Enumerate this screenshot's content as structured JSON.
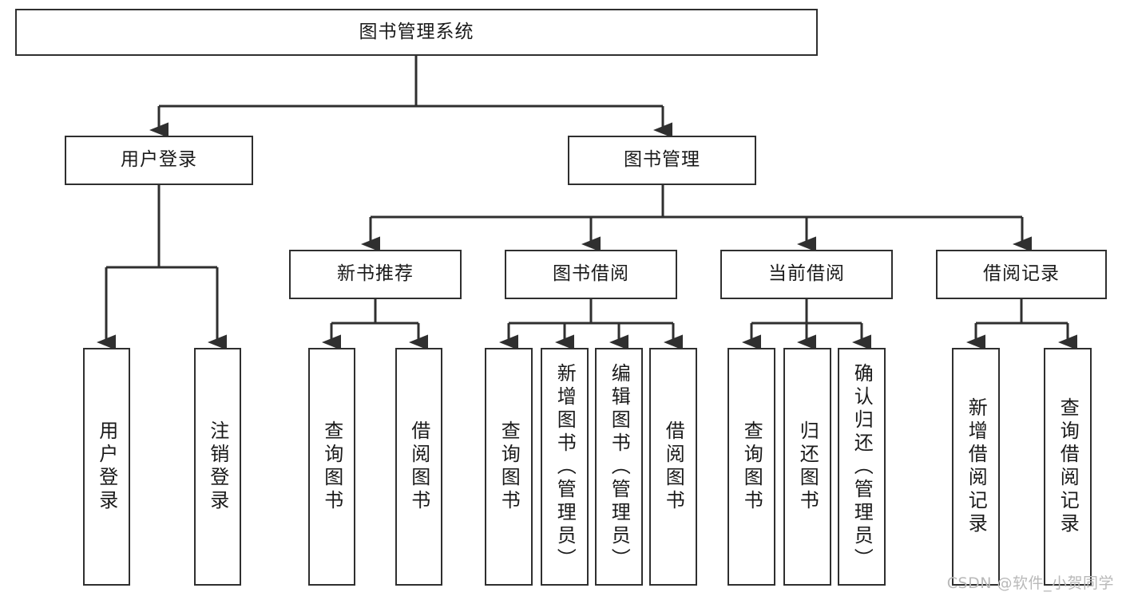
{
  "diagram": {
    "title": "图书管理系统",
    "type": "tree",
    "levels": [
      {
        "level": 1,
        "nodes": [
          {
            "id": "root",
            "label": "图书管理系统",
            "orientation": "horizontal"
          }
        ]
      },
      {
        "level": 2,
        "nodes": [
          {
            "id": "user-login",
            "label": "用户登录",
            "orientation": "horizontal",
            "parent": "root"
          },
          {
            "id": "book-manage",
            "label": "图书管理",
            "orientation": "horizontal",
            "parent": "root"
          }
        ]
      },
      {
        "level": 3,
        "nodes": [
          {
            "id": "new-book-rec",
            "label": "新书推荐",
            "orientation": "horizontal",
            "parent": "book-manage"
          },
          {
            "id": "book-borrow",
            "label": "图书借阅",
            "orientation": "horizontal",
            "parent": "book-manage"
          },
          {
            "id": "current-borrow",
            "label": "当前借阅",
            "orientation": "horizontal",
            "parent": "book-manage"
          },
          {
            "id": "borrow-record",
            "label": "借阅记录",
            "orientation": "horizontal",
            "parent": "book-manage"
          }
        ]
      },
      {
        "level": 4,
        "nodes": [
          {
            "id": "leaf-1",
            "label": "用户登录",
            "orientation": "vertical",
            "parent": "user-login"
          },
          {
            "id": "leaf-2",
            "label": "注销登录",
            "orientation": "vertical",
            "parent": "user-login"
          },
          {
            "id": "leaf-3",
            "label": "查询图书",
            "orientation": "vertical",
            "parent": "new-book-rec"
          },
          {
            "id": "leaf-4",
            "label": "借阅图书",
            "orientation": "vertical",
            "parent": "new-book-rec"
          },
          {
            "id": "leaf-5",
            "label": "查询图书",
            "orientation": "vertical",
            "parent": "book-borrow"
          },
          {
            "id": "leaf-6",
            "label": "新增图书（管理员）",
            "orientation": "vertical",
            "parent": "book-borrow"
          },
          {
            "id": "leaf-7",
            "label": "编辑图书（管理员）",
            "orientation": "vertical",
            "parent": "book-borrow"
          },
          {
            "id": "leaf-8",
            "label": "借阅图书",
            "orientation": "vertical",
            "parent": "book-borrow"
          },
          {
            "id": "leaf-9",
            "label": "查询图书",
            "orientation": "vertical",
            "parent": "current-borrow"
          },
          {
            "id": "leaf-10",
            "label": "归还图书",
            "orientation": "vertical",
            "parent": "current-borrow"
          },
          {
            "id": "leaf-11",
            "label": "确认归还（管理员）",
            "orientation": "vertical",
            "parent": "current-borrow"
          },
          {
            "id": "leaf-12",
            "label": "新增借阅记录",
            "orientation": "vertical",
            "parent": "borrow-record"
          },
          {
            "id": "leaf-13",
            "label": "查询借阅记录",
            "orientation": "vertical",
            "parent": "borrow-record"
          }
        ]
      }
    ],
    "colors": {
      "border": "#2f2f2f",
      "text": "#1a1a1a",
      "background": "#ffffff",
      "watermark": "#b9b9b9"
    }
  },
  "watermark": "CSDN @软件_小贺同学"
}
